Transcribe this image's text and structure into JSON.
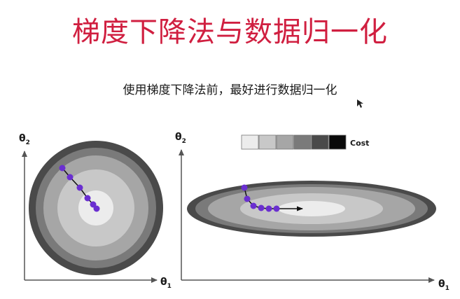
{
  "slide": {
    "title": "梯度下降法与数据归一化",
    "subtitle": "使用梯度下降法前，最好进行数据归一化"
  },
  "left_plot": {
    "y_label": "θ",
    "y_sub": "2",
    "x_label": "θ",
    "x_sub": "1"
  },
  "right_plot": {
    "y_label": "θ",
    "y_sub": "2",
    "x_label": "θ",
    "x_sub": "1"
  },
  "legend": {
    "label": "Cost",
    "swatches": [
      "#ececec",
      "#c8c8c8",
      "#a6a6a6",
      "#7a7a7a",
      "#4a4a4a",
      "#0a0a0a"
    ]
  },
  "colors": {
    "title": "#d01f40",
    "path_point": "#6a2fd0",
    "path_line": "#1a1a1a",
    "axis": "#555555"
  }
}
